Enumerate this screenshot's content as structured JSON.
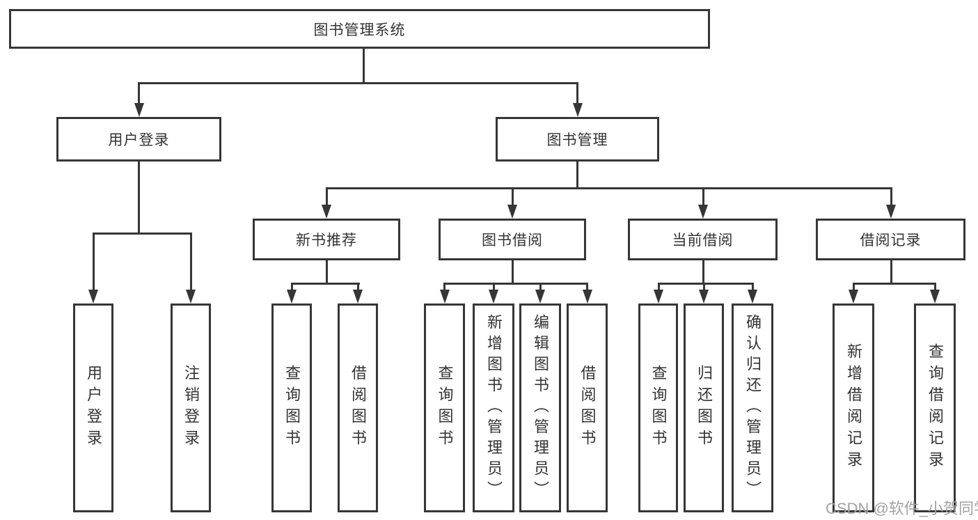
{
  "tree": {
    "root": "图书管理系统",
    "children": [
      {
        "label": "用户登录",
        "children": [
          {
            "label": "用户登录"
          },
          {
            "label": "注销登录"
          }
        ]
      },
      {
        "label": "图书管理",
        "children": [
          {
            "label": "新书推荐",
            "children": [
              {
                "label": "查询图书"
              },
              {
                "label": "借阅图书"
              }
            ]
          },
          {
            "label": "图书借阅",
            "children": [
              {
                "label": "查询图书"
              },
              {
                "label": "新增图书（管理员）"
              },
              {
                "label": "编辑图书（管理员）"
              },
              {
                "label": "借阅图书"
              }
            ]
          },
          {
            "label": "当前借阅",
            "children": [
              {
                "label": "查询图书"
              },
              {
                "label": "归还图书"
              },
              {
                "label": "确认归还（管理员）"
              }
            ]
          },
          {
            "label": "借阅记录",
            "children": [
              {
                "label": "新增借阅记录"
              },
              {
                "label": "查询借阅记录"
              }
            ]
          }
        ]
      }
    ]
  },
  "colors": {
    "line": "#363636",
    "text": "#333333",
    "watermark": "#a2a2a2"
  },
  "watermark": {
    "text": "CSDN @软件_小贺同学"
  }
}
